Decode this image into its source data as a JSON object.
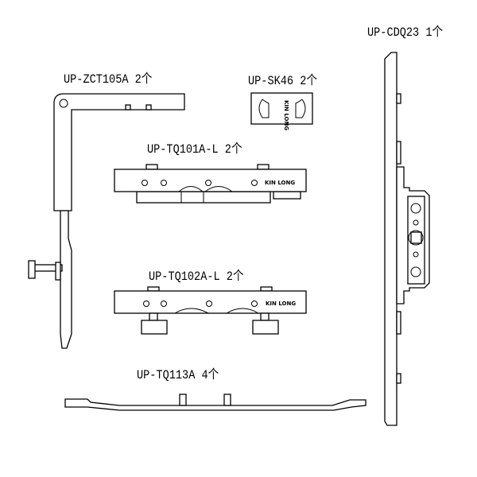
{
  "parts": [
    {
      "code": "UP-CDQ23",
      "qty": "1个"
    },
    {
      "code": "UP-ZCT105A",
      "qty": "2个"
    },
    {
      "code": "UP-SK46",
      "qty": "2个"
    },
    {
      "code": "UP-TQ101A-L",
      "qty": "2个"
    },
    {
      "code": "UP-TQ102A-L",
      "qty": "2个"
    },
    {
      "code": "UP-TQ113A",
      "qty": "4个"
    }
  ],
  "logo_text": "KIN LONG"
}
